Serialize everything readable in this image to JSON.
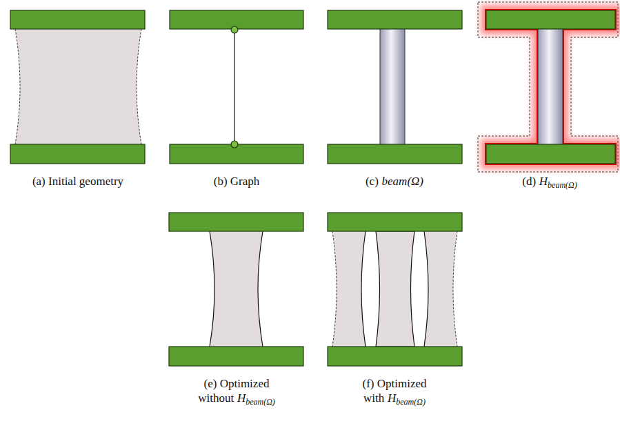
{
  "diagram": {
    "labels": [
      "(a) Initial geometry",
      "(b) Graph",
      "(c)",
      "beam(Ω)",
      "(d)",
      "H",
      "beam(Ω)",
      "(e) Optimized without",
      "H",
      "beam(Ω)",
      "(f) Optimized with",
      "H",
      "beam(Ω)"
    ]
  }
}
